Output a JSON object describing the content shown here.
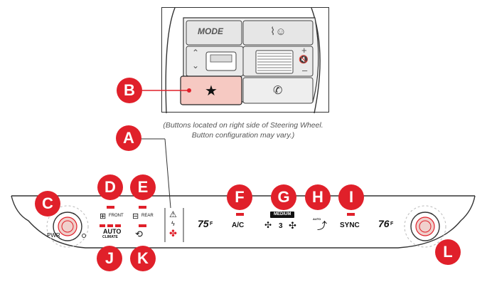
{
  "steering": {
    "mode_label": "MODE",
    "caption": "(Buttons located on right side of Steering Wheel. Button configuration may vary.)"
  },
  "callouts": [
    "A",
    "B",
    "C",
    "D",
    "E",
    "F",
    "G",
    "H",
    "I",
    "J",
    "K",
    "L"
  ],
  "panel": {
    "pwr_label": "PWR",
    "front_label": "FRONT",
    "rear_label": "REAR",
    "auto_label": "AUTO",
    "climate_label": "CLIMATE",
    "temp_left": "75",
    "temp_right": "76",
    "temp_unit": "F",
    "ac_label": "A/C",
    "fan_mode": "MEDIUM",
    "fan_speed": "3",
    "auto_small": "AUTO",
    "sync_label": "SYNC"
  },
  "colors": {
    "accent": "#e0202a",
    "button_highlight": "#f6c9c2",
    "line": "#333333"
  }
}
